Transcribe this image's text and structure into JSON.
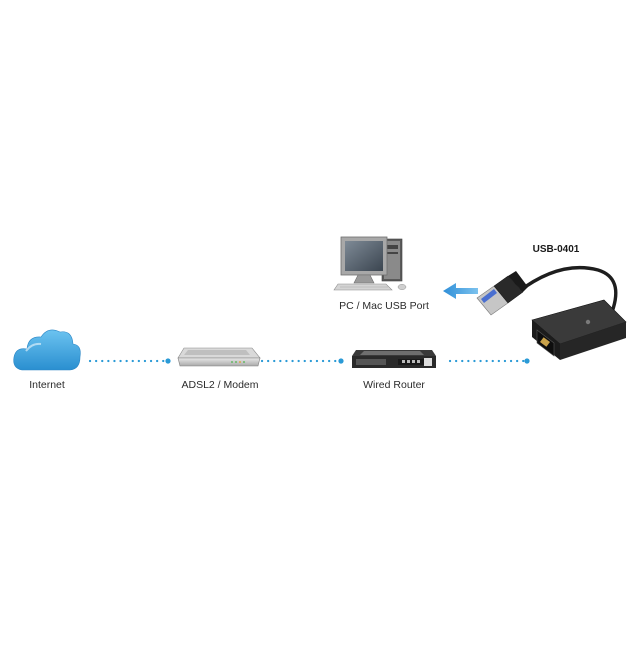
{
  "nodes": {
    "internet": {
      "label": "Internet"
    },
    "modem": {
      "label": "ADSL2 / Modem"
    },
    "router": {
      "label": "Wired Router"
    },
    "pc": {
      "label": "PC / Mac USB Port"
    },
    "adapter": {
      "model": "USB-0401"
    }
  },
  "icons": {
    "internet": "cloud-icon",
    "modem": "modem-icon",
    "router": "router-icon",
    "pc": "desktop-computer-icon",
    "adapter": "usb-ethernet-adapter-icon",
    "arrow": "arrow-left-icon"
  },
  "colors": {
    "connector": "#2a9ad6",
    "cloud": "#3ba3de",
    "arrow": "#2f8fd8",
    "device_dark": "#1c1c1c"
  }
}
